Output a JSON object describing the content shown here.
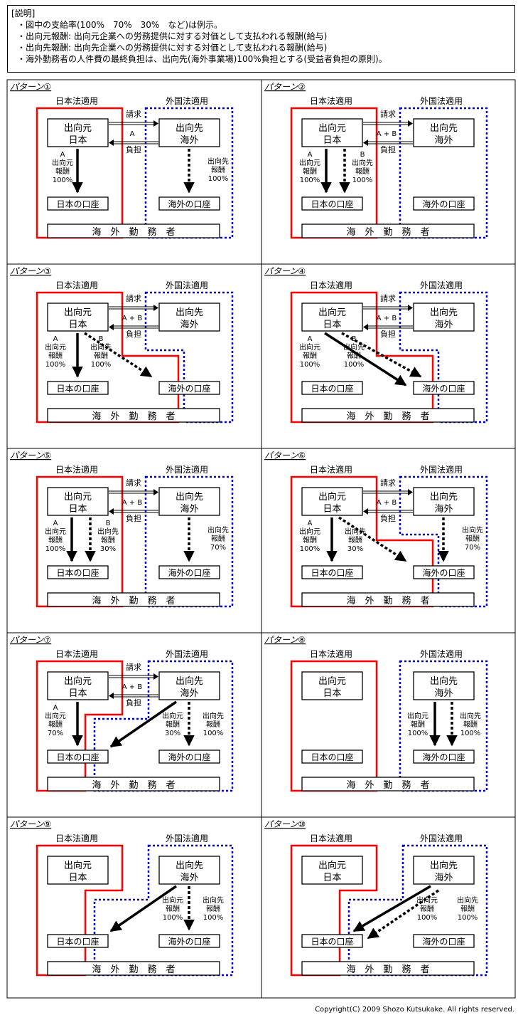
{
  "legend": {
    "title": "[説明]",
    "lines": [
      "・図中の支給率(100%　70%　30%　など)は例示。",
      "・出向元報酬: 出向元企業への労務提供に対する対価として支払われる報酬(給与)",
      "・出向先報酬: 出向先企業への労務提供に対する対価として支払われる報酬(給与)",
      "・海外勤務者の人件費の最終負担は、出向先(海外事業場)100%負担とする(受益者負担の原則)。"
    ]
  },
  "labels": {
    "jp_law": "日本法適用",
    "foreign_law": "外国法適用",
    "origin_l1": "出向元",
    "origin_l2": "日本",
    "dest_l1": "出向先",
    "dest_l2": "海外",
    "jp_account": "日本の口座",
    "ov_account": "海外の口座",
    "worker": "海　外　勤　務　者",
    "billing": "請求",
    "burden": "負担",
    "label_a": "A",
    "label_b": "B",
    "label_ab": "A + B",
    "origin_pay_1": "出向元",
    "origin_pay_2": "報酬",
    "dest_pay_1": "出向先",
    "dest_pay_2": "報酬"
  },
  "patterns": [
    {
      "title": "パターン①",
      "billing": "A",
      "left": {
        "pct": "100%"
      },
      "right": {
        "pct": "100%"
      }
    },
    {
      "title": "パターン②",
      "billing": "A+B",
      "left": {
        "pct": "100%"
      },
      "mid": {
        "pct": "100%"
      }
    },
    {
      "title": "パターン③",
      "billing": "A+B",
      "left": {
        "pct": "100%"
      },
      "mid": {
        "pct": "100%"
      }
    },
    {
      "title": "パターン④",
      "billing": "A+B",
      "left": {
        "pct": "100%"
      },
      "mid": {
        "pct": "100%"
      }
    },
    {
      "title": "パターン⑤",
      "billing": "A+B",
      "left": {
        "pct": "100%"
      },
      "mid": {
        "pct": "30%"
      },
      "right": {
        "pct": "70%"
      }
    },
    {
      "title": "パターン⑥",
      "billing": "A+B",
      "left": {
        "pct": "100%"
      },
      "mid": {
        "pct": "30%"
      },
      "right": {
        "pct": "70%"
      }
    },
    {
      "title": "パターン⑦",
      "billing": "A+B",
      "left": {
        "pct": "70%"
      },
      "mid": {
        "pct": "30%"
      },
      "right": {
        "pct": "100%"
      }
    },
    {
      "title": "パターン⑧",
      "left": {
        "pct": "100%"
      },
      "right": {
        "pct": "100%"
      }
    },
    {
      "title": "パターン⑨",
      "mid": {
        "pct": "100%"
      },
      "right": {
        "pct": "100%"
      }
    },
    {
      "title": "パターン⑩",
      "mid": {
        "pct": "100%"
      },
      "right": {
        "pct": "100%"
      }
    }
  ],
  "copyright": "Copyright(C) 2009 Shozo Kutsukake. All rights reserved.",
  "colors": {
    "japan_law": "#ff0000",
    "foreign_law": "#0000cc"
  }
}
